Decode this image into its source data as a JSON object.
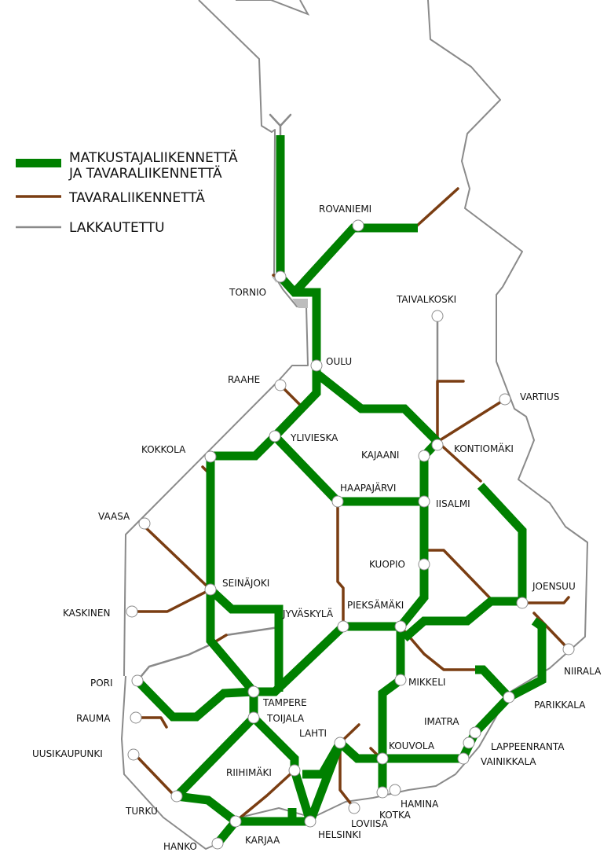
{
  "colors": {
    "passenger_freight": "#008000",
    "freight": "#7a3d12",
    "closed": "#8a8a8a",
    "border": "#8a8a8a",
    "station_fill": "#ffffff"
  },
  "legend": {
    "passenger_freight": "MATKUSTAJALIIKENNETTÄ\nJA TAVARALIIKENNETTÄ",
    "freight": "TAVARALIIKENNETTÄ",
    "closed": "LAKKAUTETTU"
  },
  "stations": [
    {
      "id": "rovaniemi",
      "label": "ROVANIEMI"
    },
    {
      "id": "tornio",
      "label": "TORNIO"
    },
    {
      "id": "taivalkoski",
      "label": "TAIVALKOSKI"
    },
    {
      "id": "oulu",
      "label": "OULU"
    },
    {
      "id": "raahe",
      "label": "RAAHE"
    },
    {
      "id": "vartius",
      "label": "VARTIUS"
    },
    {
      "id": "ylivieska",
      "label": "YLIVIESKA"
    },
    {
      "id": "kajaani",
      "label": "KAJAANI"
    },
    {
      "id": "kontiomaki",
      "label": "KONTIOMÄKI"
    },
    {
      "id": "kokkola",
      "label": "KOKKOLA"
    },
    {
      "id": "haapajarvi",
      "label": "HAAPAJÄRVI"
    },
    {
      "id": "iisalmi",
      "label": "IISALMI"
    },
    {
      "id": "vaasa",
      "label": "VAASA"
    },
    {
      "id": "kuopio",
      "label": "KUOPIO"
    },
    {
      "id": "seinajoki",
      "label": "SEINÄJOKI"
    },
    {
      "id": "joensuu",
      "label": "JOENSUU"
    },
    {
      "id": "kaskinen",
      "label": "KASKINEN"
    },
    {
      "id": "pieksamaki",
      "label": "PIEKSÄMÄKI"
    },
    {
      "id": "jyvaskyla",
      "label": "JYVÄSKYLÄ"
    },
    {
      "id": "niirala",
      "label": "NIIRALA"
    },
    {
      "id": "pori",
      "label": "PORI"
    },
    {
      "id": "mikkeli",
      "label": "MIKKELI"
    },
    {
      "id": "parikkala",
      "label": "PARIKKALA"
    },
    {
      "id": "tampere",
      "label": "TAMPERE"
    },
    {
      "id": "rauma",
      "label": "RAUMA"
    },
    {
      "id": "toijala",
      "label": "TOIJALA"
    },
    {
      "id": "imatra",
      "label": "IMATRA"
    },
    {
      "id": "lahti",
      "label": "LAHTI"
    },
    {
      "id": "kouvola",
      "label": "KOUVOLA"
    },
    {
      "id": "lappeenranta",
      "label": "LAPPEENRANTA"
    },
    {
      "id": "uusikaupunki",
      "label": "UUSIKAUPUNKI"
    },
    {
      "id": "vainikkala",
      "label": "VAINIKKALA"
    },
    {
      "id": "riihimaki",
      "label": "RIIHIMÄKI"
    },
    {
      "id": "hamina",
      "label": "HAMINA"
    },
    {
      "id": "turku",
      "label": "TURKU"
    },
    {
      "id": "kotka",
      "label": "KOTKA"
    },
    {
      "id": "loviisa",
      "label": "LOVIISA"
    },
    {
      "id": "helsinki",
      "label": "HELSINKI"
    },
    {
      "id": "karjaa",
      "label": "KARJAA"
    },
    {
      "id": "hanko",
      "label": "HANKO"
    }
  ]
}
